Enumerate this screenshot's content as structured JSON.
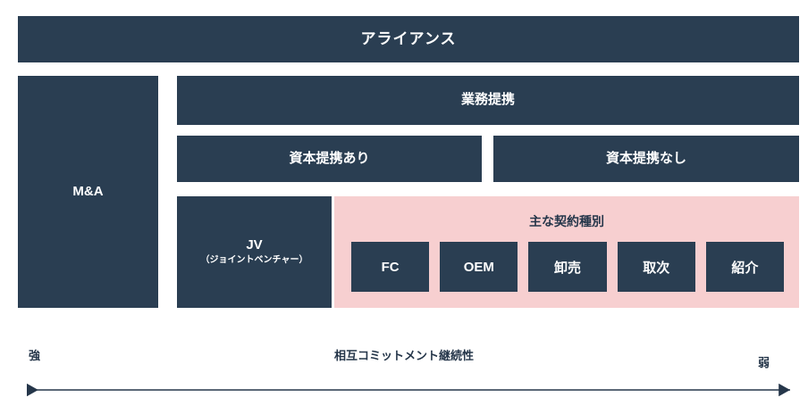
{
  "diagram": {
    "title_banner": "アライアンス",
    "left_column": {
      "label": "M&A"
    },
    "row_business": {
      "label": "業務提携"
    },
    "row_capital": {
      "with_capital": "資本提携あり",
      "without_capital": "資本提携なし"
    },
    "row_detail": {
      "jv_main": "JV",
      "jv_sub": "（ジョイントベンチャー）",
      "contract_panel_title": "主な契約種別",
      "contract_types": [
        "FC",
        "OEM",
        "卸売",
        "取次",
        "紹介"
      ]
    },
    "axis": {
      "left_label": "強",
      "center_label": "相互コミットメント継続性",
      "right_label": "弱"
    },
    "colors": {
      "box_navy": "#2a3e52",
      "panel_pink": "#f7cfd0",
      "text_dark": "#25364a",
      "text_light": "#ffffff",
      "page_background": "#ffffff"
    }
  }
}
